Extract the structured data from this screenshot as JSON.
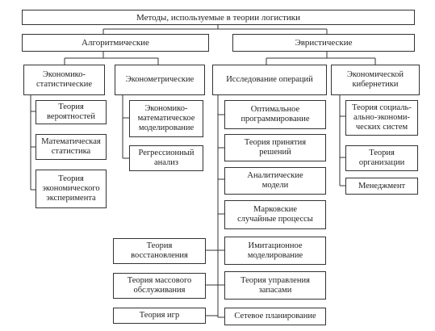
{
  "diagram": {
    "root": "Методы, используемые в теории логистики",
    "branches": {
      "algorithmic": "Алгоритмические",
      "heuristic": "Эвристические"
    },
    "groups": {
      "econ_stat": "Экономико-\nстатистические",
      "econometric": "Эконометрические",
      "operations_research": "Исследование операций",
      "econ_cybernetics": "Экономической\nкибернетики"
    },
    "econ_stat_items": [
      "Теория\nвероятностей",
      "Математическая\nстатистика",
      "Теория\nэкономического\nэксперимента"
    ],
    "econometric_items": [
      "Экономико-\nматематическое\nмоделирование",
      "Регрессионный\nанализ"
    ],
    "operations_items": [
      "Оптимальное\nпрограммирование",
      "Теория принятия\nрешений",
      "Аналитические\nмодели",
      "Марковские\nслучайные процессы",
      "Имитационное\nмоделирование",
      "Теория управления\nзапасами",
      "Сетевое планирование"
    ],
    "operations_left_items": [
      "Теория\nвосстановления",
      "Теория массового\nобслуживания",
      "Теория игр"
    ],
    "cybernetics_items": [
      "Теория социаль-\nально-экономи-\nческих систем",
      "Теория\nорганизации",
      "Менеджмент"
    ]
  }
}
